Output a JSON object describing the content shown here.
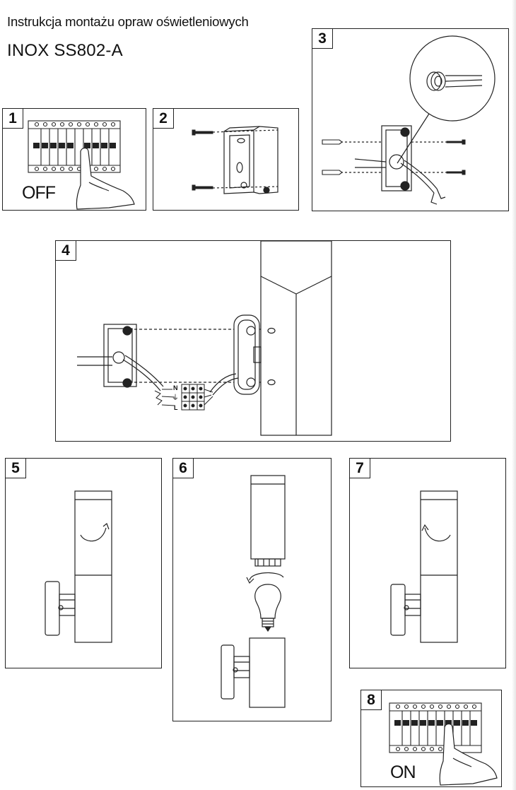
{
  "header": {
    "title": "Instrukcja montażu opraw oświetleniowych",
    "model": "INOX SS802-A"
  },
  "steps": [
    {
      "number": "1",
      "label": "OFF"
    },
    {
      "number": "2"
    },
    {
      "number": "3"
    },
    {
      "number": "4",
      "terminals": [
        "N",
        "⏚",
        "L"
      ]
    },
    {
      "number": "5"
    },
    {
      "number": "6"
    },
    {
      "number": "7"
    },
    {
      "number": "8",
      "label": "ON"
    }
  ],
  "icons": [
    "breaker-panel-icon",
    "hand-icon",
    "mounting-box-icon",
    "screw-icon",
    "wall-plug-icon",
    "cable-gland-icon",
    "terminal-block-icon",
    "ground-symbol-icon",
    "wall-lamp-icon",
    "rotate-arrow-icon",
    "light-bulb-icon"
  ],
  "colors": {
    "line": "#222222",
    "background": "#ffffff"
  }
}
